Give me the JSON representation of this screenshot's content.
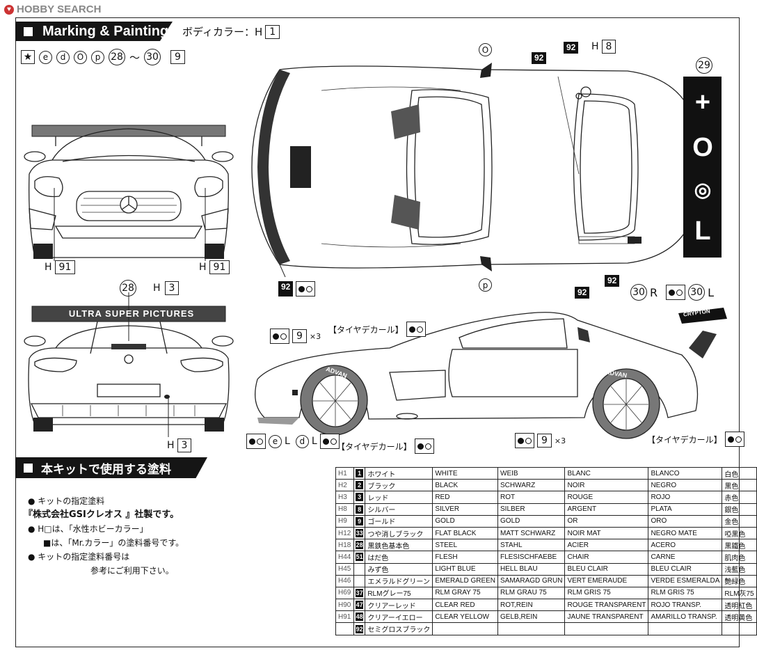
{
  "watermark": "HOBBY SEARCH",
  "header": {
    "title": "Marking & Painting",
    "body_color_label": "ボディカラー：H",
    "body_color_num": "1"
  },
  "marks_row": {
    "e": "e",
    "d": "d",
    "o": "O",
    "p": "p",
    "range_start": "28",
    "tilde": "〜",
    "range_end": "30",
    "num": "9"
  },
  "front_view": {
    "left_h": "H",
    "left_num": "91",
    "right_h": "H",
    "right_num": "91"
  },
  "rear_view": {
    "decal_num": "28",
    "h_top": "H",
    "h_top_num": "3",
    "wing_text": "ULTRA SUPER PICTURES",
    "h_bottom": "H",
    "h_bottom_num": "3"
  },
  "top_view": {
    "o_label": "O",
    "p_label": "p",
    "decal_92_a": "92",
    "decal_92_b": "92",
    "decal_92_c": "92",
    "decal_92_d": "92",
    "h8_h": "H",
    "h8_num": "8",
    "wing_num": "29",
    "r_num": "30",
    "r_label": "R",
    "l_num": "30",
    "l_label": "L"
  },
  "side_view": {
    "decal_92": "92",
    "front_num": "9",
    "front_mult": "×3",
    "front_tire_label": "【タイヤデカール】",
    "rear_num": "9",
    "rear_mult": "×3",
    "rear_tire_label": "【タイヤデカール】",
    "e_label": "e",
    "e_side": "L",
    "d_label": "d",
    "d_side": "L",
    "bottom_tire_label": "【タイヤデカール】",
    "tire_text": "ADVAN",
    "wing_text": "CRYPTON"
  },
  "paints": {
    "title": "本キットで使用する塗料",
    "notes": [
      "● キットの指定塗料",
      "『株式会社GSIクレオス 』社製です。",
      "● H□は、「水性ホビーカラー」",
      "■は、「Mr.カラー」の塗料番号です。",
      "● キットの指定塗料番号は",
      "参考にご利用下さい。"
    ],
    "rows": [
      {
        "h": "H1",
        "n": "1",
        "jp": "ホワイト",
        "en": "WHITE",
        "de": "WEIB",
        "fr": "BLANC",
        "es": "BLANCO",
        "cn": "白色"
      },
      {
        "h": "H2",
        "n": "2",
        "jp": "ブラック",
        "en": "BLACK",
        "de": "SCHWARZ",
        "fr": "NOIR",
        "es": "NEGRO",
        "cn": "黒色"
      },
      {
        "h": "H3",
        "n": "3",
        "jp": "レッド",
        "en": "RED",
        "de": "ROT",
        "fr": "ROUGE",
        "es": "ROJO",
        "cn": "赤色"
      },
      {
        "h": "H8",
        "n": "8",
        "jp": "シルバー",
        "en": "SILVER",
        "de": "SILBER",
        "fr": "ARGENT",
        "es": "PLATA",
        "cn": "銀色"
      },
      {
        "h": "H9",
        "n": "9",
        "jp": "ゴールド",
        "en": "GOLD",
        "de": "GOLD",
        "fr": "OR",
        "es": "ORO",
        "cn": "金色"
      },
      {
        "h": "H12",
        "n": "33",
        "jp": "つや消しブラック",
        "en": "FLAT BLACK",
        "de": "MATT SCHWARZ",
        "fr": "NOIR MAT",
        "es": "NEGRO MATE",
        "cn": "啞黒色"
      },
      {
        "h": "H18",
        "n": "28",
        "jp": "黒鉄色基本色",
        "en": "STEEL",
        "de": "STAHL",
        "fr": "ACIER",
        "es": "ACERO",
        "cn": "黒鐵色"
      },
      {
        "h": "H44",
        "n": "51",
        "jp": "はだ色",
        "en": "FLESH",
        "de": "FLESISCHFAEBE",
        "fr": "CHAIR",
        "es": "CARNE",
        "cn": "肌肉色"
      },
      {
        "h": "H45",
        "n": "",
        "jp": "みず色",
        "en": "LIGHT BLUE",
        "de": "HELL BLAU",
        "fr": "BLEU CLAIR",
        "es": "BLEU CLAIR",
        "cn": "浅藍色"
      },
      {
        "h": "H46",
        "n": "",
        "jp": "エメラルドグリーン",
        "en": "EMERALD GREEN",
        "de": "SAMARAGD GRUN",
        "fr": "VERT EMERAUDE",
        "es": "VERDE ESMERALDA",
        "cn": "艶緑色"
      },
      {
        "h": "H69",
        "n": "37",
        "jp": "RLMグレー75",
        "en": "RLM GRAY 75",
        "de": "RLM GRAU 75",
        "fr": "RLM GRIS 75",
        "es": "RLM GRIS 75",
        "cn": "RLM灰75"
      },
      {
        "h": "H90",
        "n": "47",
        "jp": "クリアーレッド",
        "en": "CLEAR RED",
        "de": "ROT,REIN",
        "fr": "ROUGE TRANSPARENT",
        "es": "ROJO TRANSP.",
        "cn": "透明紅色"
      },
      {
        "h": "H91",
        "n": "48",
        "jp": "クリアーイエロー",
        "en": "CLEAR YELLOW",
        "de": "GELB,REIN",
        "fr": "JAUNE TRANSPARENT",
        "es": "AMARILLO TRANSP.",
        "cn": "透明黄色"
      },
      {
        "h": "",
        "n": "92",
        "jp": "セミグロスブラック",
        "en": "",
        "de": "",
        "fr": "",
        "es": "",
        "cn": ""
      }
    ]
  }
}
